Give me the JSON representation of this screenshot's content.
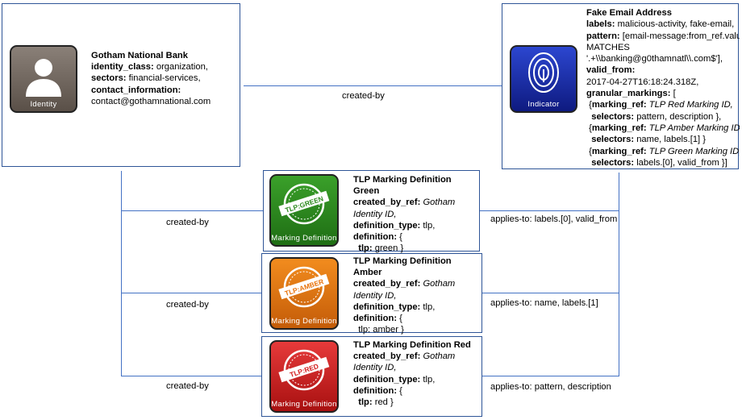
{
  "identity": {
    "tile_label": "Identity",
    "name": "Gotham National Bank",
    "identity_class_key": "identity_class:",
    "identity_class_val": "organization,",
    "sectors_key": "sectors:",
    "sectors_val": "financial-services,",
    "contact_key": "contact_information:",
    "contact_val": "contact@gothamnational.com"
  },
  "indicator": {
    "tile_label": "Indicator",
    "title": "Fake Email Address",
    "labels_key": "labels:",
    "labels_val": "malicious-activity, fake-email,",
    "pattern_key": "pattern:",
    "pattern_val1": "[email-message:from_ref.value",
    "pattern_val2": "MATCHES",
    "pattern_val3": "'.+\\\\banking@g0thamnatl\\\\.com$'],",
    "valid_from_key": "valid_from:",
    "valid_from_val": "2017-04-27T16:18:24.318Z,",
    "granular_key": "granular_markings:",
    "granular_open": "[",
    "g1_open": "{",
    "g1_ref_key": "marking_ref:",
    "g1_ref_val": "TLP Red Marking ID,",
    "g1_sel_key": "selectors:",
    "g1_sel_val": "pattern, description },",
    "g2_open": "{",
    "g2_ref_key": "marking_ref:",
    "g2_ref_val": "TLP Amber Marking ID,",
    "g2_sel_key": "selectors:",
    "g2_sel_val": "name, labels.[1] }",
    "g3_open": "{",
    "g3_ref_key": "marking_ref:",
    "g3_ref_val": "TLP Green Marking ID,",
    "g3_sel_key": "selectors:",
    "g3_sel_val": "labels.[0], valid_from }]"
  },
  "markings": [
    {
      "title": "TLP Marking Definition Green",
      "created_key": "created_by_ref:",
      "created_val1": "Gotham",
      "created_val2": "Identity ID,",
      "type_key": "definition_type:",
      "type_val": "tlp,",
      "def_key": "definition:",
      "def_open": "{",
      "tlp_key": "tlp:",
      "tlp_val": "green }",
      "stamp": "TLP:GREEN",
      "tile_label": "Marking Definition",
      "color": "#2e8b1f"
    },
    {
      "title": "TLP Marking Definition Amber",
      "created_key": "created_by_ref:",
      "created_val1": "Gotham",
      "created_val2": "Identity ID,",
      "type_key": "definition_type:",
      "type_val": "tlp,",
      "def_key": "definition:",
      "def_open": "{",
      "tlp_key": "tlp:",
      "tlp_val": "amber }",
      "stamp": "TLP:AMBER",
      "tile_label": "Marking Definition",
      "color": "#e8730c"
    },
    {
      "title": "TLP Marking Definition Red",
      "created_key": "created_by_ref:",
      "created_val1": "Gotham",
      "created_val2": "Identity ID,",
      "type_key": "definition_type:",
      "type_val": "tlp,",
      "def_key": "definition:",
      "def_open": "{",
      "tlp_key": "tlp:",
      "tlp_val": "red }",
      "stamp": "TLP:RED",
      "tile_label": "Marking Definition",
      "color": "#d42020"
    }
  ],
  "edges": {
    "indicator_created_by": "created-by",
    "green_created_by": "created-by",
    "amber_created_by": "created-by",
    "red_created_by": "created-by",
    "green_applies": "applies-to: labels.[0], valid_from",
    "amber_applies": "applies-to: name, labels.[1]",
    "red_applies": "applies-to: pattern, description"
  },
  "colors": {
    "border": "#2f5597",
    "connector": "#4472c4",
    "identity_tile": "#6e645c",
    "indicator_tile": "#1a2fa8"
  }
}
